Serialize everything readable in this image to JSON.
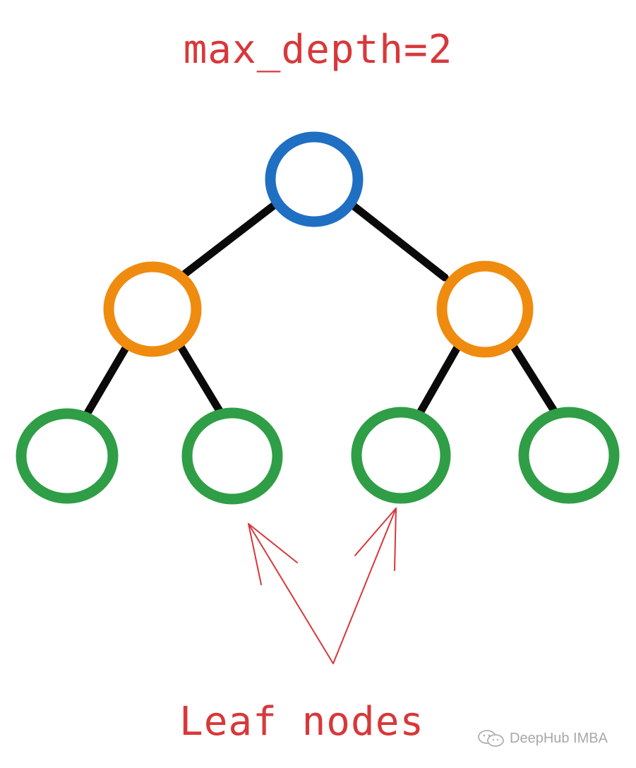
{
  "title": "max_depth=2",
  "caption": "Leaf nodes",
  "watermark": {
    "text": "DeepHub IMBA",
    "icon": "wechat-icon"
  },
  "colors": {
    "root": "#1f6fc2",
    "internal": "#ef8b0e",
    "leaf": "#2f9e46",
    "edge": "#0a0a0a",
    "annotation": "#d8383a"
  },
  "tree": {
    "depth_levels": [
      "root",
      "internal",
      "leaf"
    ],
    "nodes": [
      {
        "id": "root",
        "level": "root"
      },
      {
        "id": "left-child",
        "level": "internal",
        "parent": "root"
      },
      {
        "id": "right-child",
        "level": "internal",
        "parent": "root"
      },
      {
        "id": "leaf-1",
        "level": "leaf",
        "parent": "left-child"
      },
      {
        "id": "leaf-2",
        "level": "leaf",
        "parent": "left-child"
      },
      {
        "id": "leaf-3",
        "level": "leaf",
        "parent": "right-child"
      },
      {
        "id": "leaf-4",
        "level": "leaf",
        "parent": "right-child"
      }
    ],
    "annotated_leaves": [
      "leaf-2",
      "leaf-3"
    ]
  }
}
